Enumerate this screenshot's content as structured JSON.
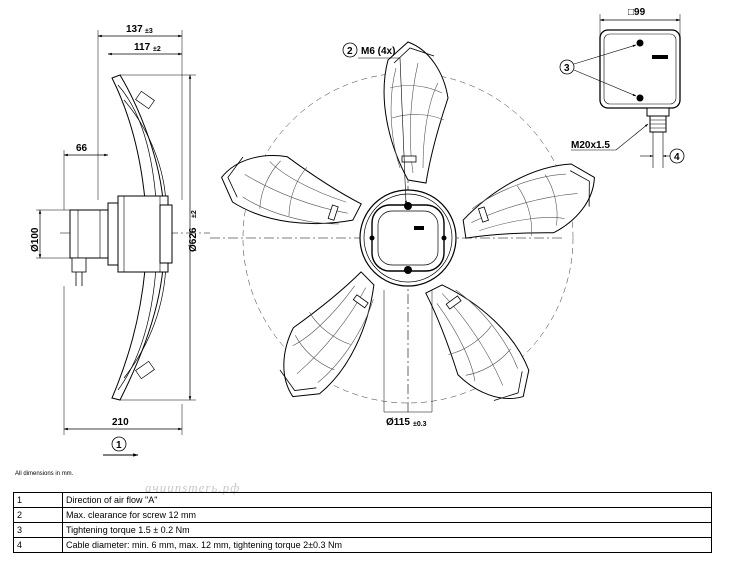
{
  "dimensions": {
    "width_137": "137",
    "tol_137": "±3",
    "width_117": "117",
    "tol_117": "±2",
    "depth_66": "66",
    "dia_100": "Ø100",
    "dia_626": "Ø626",
    "tol_626": "±2",
    "length_210": "210",
    "screw_m6": "M6 (4x)",
    "dia_115": "Ø115",
    "tol_115": "±0.3",
    "box_99": "□99",
    "gland_m20": "M20x1.5"
  },
  "callouts": {
    "c1": "1",
    "c2": "2",
    "c3": "3",
    "c4": "4"
  },
  "notes": {
    "units": "All dimensions in mm."
  },
  "watermark": "aчиunsтеrь.рф",
  "legend": [
    {
      "num": "1",
      "text": "Direction of air flow \"A\""
    },
    {
      "num": "2",
      "text": "Max. clearance for screw 12 mm"
    },
    {
      "num": "3",
      "text": "Tightening torque 1.5 ± 0.2 Nm"
    },
    {
      "num": "4",
      "text": "Cable diameter: min. 6 mm, max. 12 mm, tightening torque 2±0.3 Nm"
    }
  ]
}
